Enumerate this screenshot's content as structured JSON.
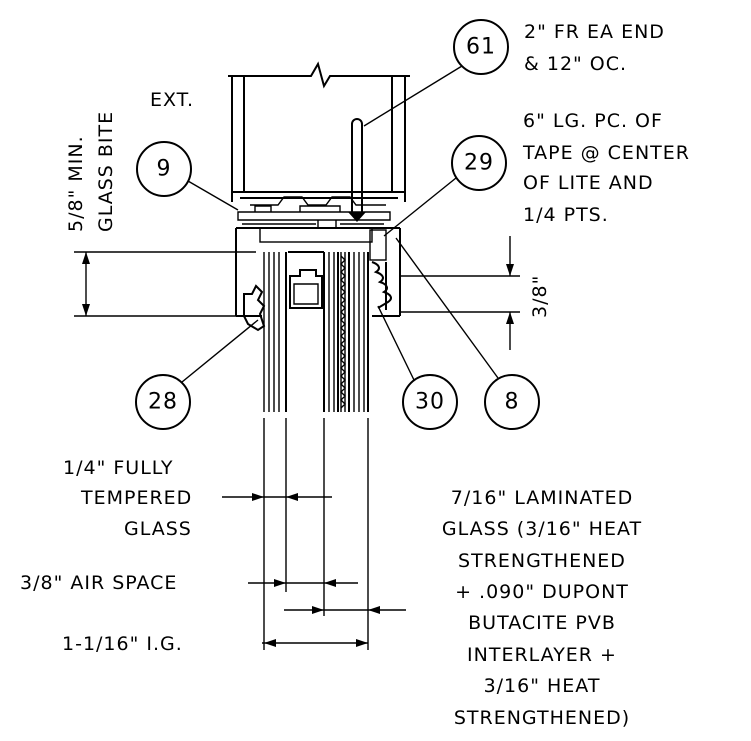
{
  "callouts": {
    "c61": "61",
    "c9": "9",
    "c29": "29",
    "c28": "28",
    "c30": "30",
    "c8": "8"
  },
  "notes": {
    "fr_line1": "2\" FR EA END",
    "fr_line2": "& 12\" OC.",
    "tape_line1": "6\" LG. PC. OF",
    "tape_line2": "TAPE @ CENTER",
    "tape_line3": "OF LITE AND",
    "tape_line4": "1/4 PTS.",
    "ext": "EXT.",
    "bite_line1": "5/8\" MIN.",
    "bite_line2": "GLASS BITE",
    "dim_3_8": "3/8\""
  },
  "glass": {
    "tempered_line1": "1/4\" FULLY",
    "tempered_line2": "TEMPERED",
    "tempered_line3": "GLASS",
    "air_space": "3/8\" AIR SPACE",
    "ig": "1-1/16\" I.G.",
    "lam_line1": "7/16\" LAMINATED",
    "lam_line2": "GLASS (3/16\" HEAT",
    "lam_line3": "STRENGTHENED",
    "lam_line4": "+ .090\" DUPONT",
    "lam_line5": "BUTACITE PVB",
    "lam_line6": "INTERLAYER +",
    "lam_line7": "3/16\" HEAT",
    "lam_line8": "STRENGTHENED)"
  }
}
